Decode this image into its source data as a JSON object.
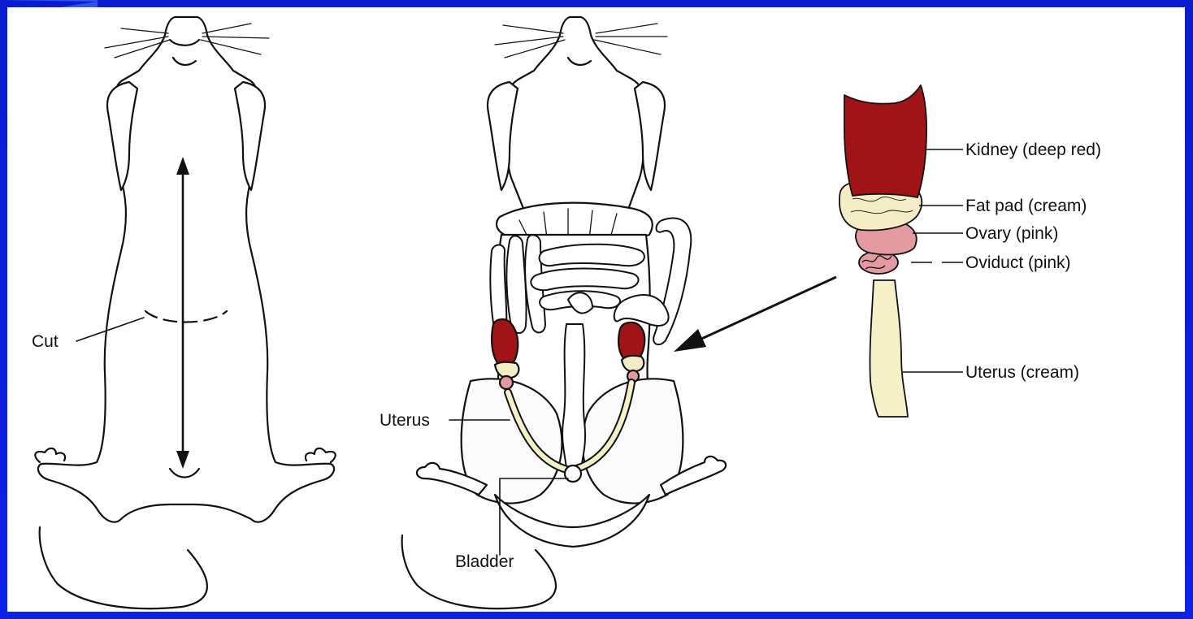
{
  "labels": {
    "cut": "Cut",
    "uterus_left": "Uterus",
    "bladder": "Bladder",
    "kidney": "Kidney (deep red)",
    "fat_pad": "Fat pad (cream)",
    "ovary": "Ovary (pink)",
    "oviduct": "Oviduct (pink)",
    "uterus_right": "Uterus (cream)"
  },
  "colors": {
    "frame": "#0d22e8",
    "kidney": "#a01418",
    "fat_pad": "#f3ecc4",
    "ovary": "#e39aa0",
    "uterus": "#f6f0c8",
    "ink": "#111111"
  }
}
